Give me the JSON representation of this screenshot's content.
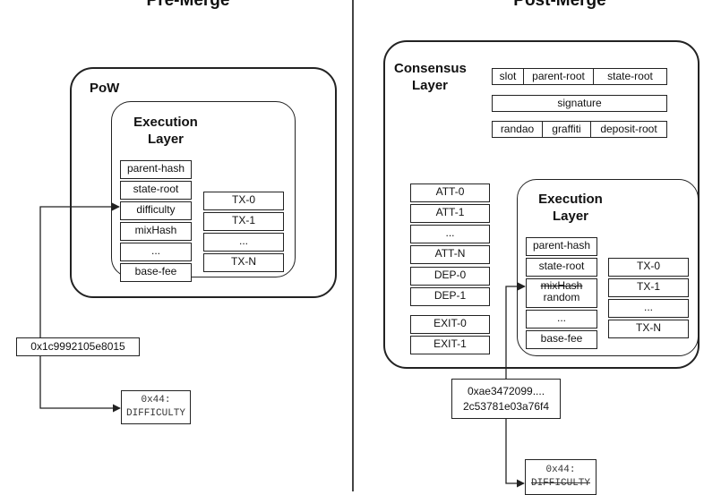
{
  "pre": {
    "title": "Pre-Merge",
    "pow_label": "PoW",
    "exec_label": "Execution Layer",
    "header_fields": [
      "parent-hash",
      "state-root",
      "difficulty",
      "mixHash",
      "...",
      "base-fee"
    ],
    "txs": [
      "TX-0",
      "TX-1",
      "...",
      "TX-N"
    ],
    "value": "0x1c9992105e8015",
    "opcode_line1": "0x44:",
    "opcode_line2": "DIFFICULTY"
  },
  "post": {
    "title": "Post-Merge",
    "consensus_label": "Consensus Layer",
    "cl_row1": [
      "slot",
      "parent-root",
      "state-root"
    ],
    "signature": "signature",
    "cl_row3": [
      "randao",
      "graffiti",
      "deposit-root"
    ],
    "att": [
      "ATT-0",
      "ATT-1",
      "...",
      "ATT-N"
    ],
    "dep": [
      "DEP-0",
      "DEP-1"
    ],
    "exit": [
      "EXIT-0",
      "EXIT-1"
    ],
    "exec_label": "Execution Layer",
    "header": {
      "parent_hash": "parent-hash",
      "state_root": "state-root",
      "mixhash_struck": "mixHash",
      "random": "random",
      "ellipsis": "...",
      "base_fee": "base-fee"
    },
    "txs": [
      "TX-0",
      "TX-1",
      "...",
      "TX-N"
    ],
    "value_line1": "0xae3472099....",
    "value_line2": "2c53781e03a76f4",
    "opcode_line1": "0x44:",
    "opcode_line2": "DIFFICULTY"
  }
}
